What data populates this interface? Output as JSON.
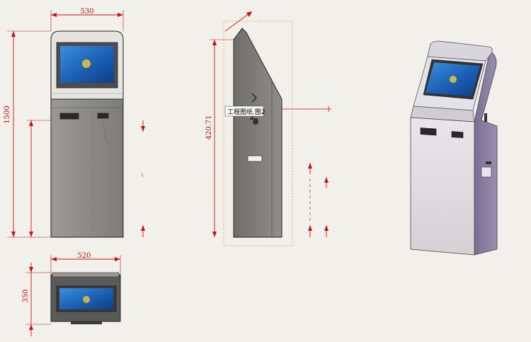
{
  "drawing": {
    "front_view": {
      "width_dim": "530",
      "height_dim": "1500"
    },
    "top_view": {
      "width_dim": "520",
      "depth_dim": "350"
    },
    "side_view": {
      "height_dim": "420.71",
      "tooltip": "工程图纸.图2"
    }
  },
  "colors": {
    "background": "#f1f0ea",
    "dimension_red": "#cc1010",
    "body_gray": "#8a8986",
    "screen_blue": "#1a5fb4",
    "iso_purple": "#8e83a8"
  }
}
